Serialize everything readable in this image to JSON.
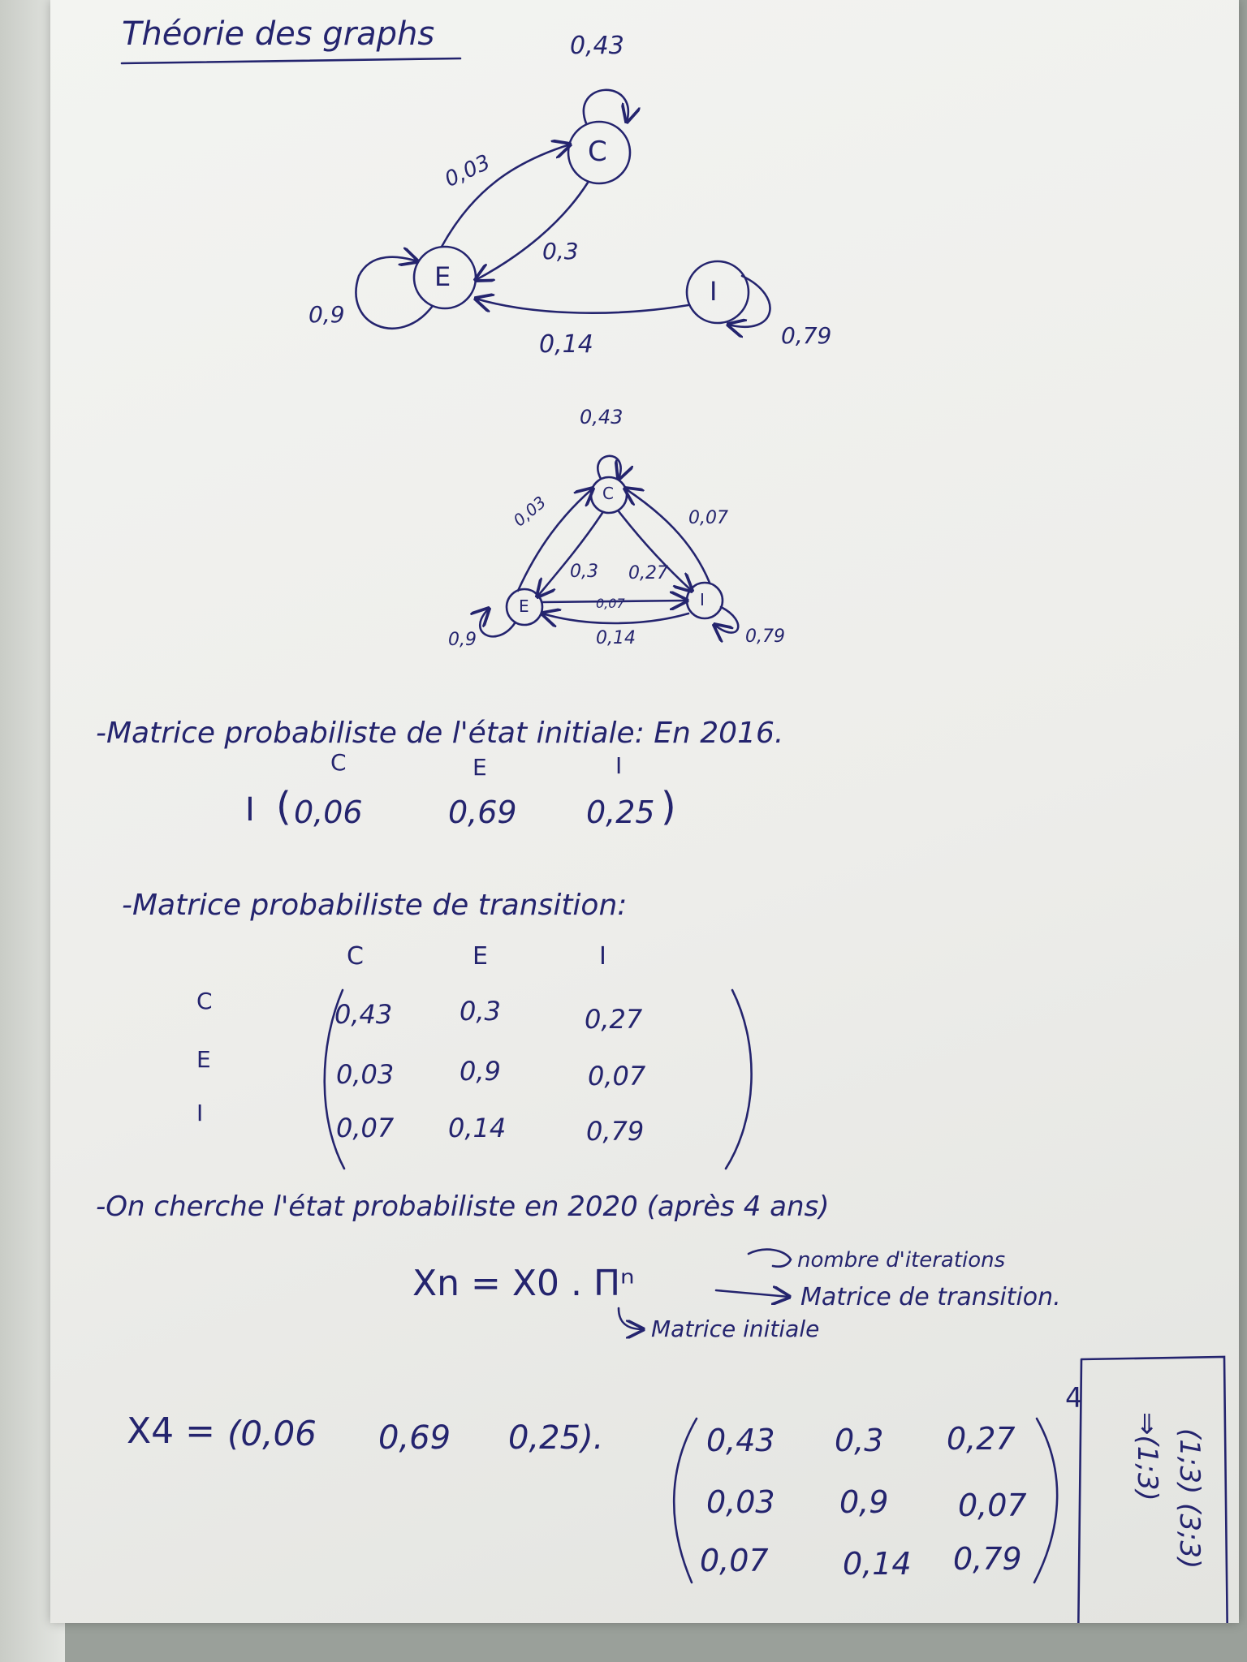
{
  "title": "Théorie des graphs",
  "graph1": {
    "nodes": {
      "c": "C",
      "e": "E",
      "i": "I"
    },
    "labels": {
      "c_loop": "0,43",
      "e_to_c": "0,03",
      "c_to_e": "0,3",
      "e_loop": "0,9",
      "i_to_e": "0,14",
      "i_loop": "0,79"
    }
  },
  "graph2": {
    "nodes": {
      "c": "C",
      "e": "E",
      "i": "I"
    },
    "labels": {
      "c_loop": "0,43",
      "e_to_c": "0,03",
      "i_to_c": "0,07",
      "c_to_e": "0,3",
      "c_to_i": "0,27",
      "e_to_i": "0,07",
      "i_to_e": "0,14",
      "e_loop": "0,9",
      "i_loop": "0,79"
    }
  },
  "initial": {
    "heading": "-Matrice probabiliste de l'état initiale: En 2016.",
    "col_headers": [
      "C",
      "E",
      "I"
    ],
    "row_label": "I",
    "values": [
      "0,06",
      "0,69",
      "0,25"
    ]
  },
  "transition": {
    "heading": "-Matrice probabiliste de transition:",
    "col_headers": [
      "C",
      "E",
      "I"
    ],
    "row_headers": [
      "C",
      "E",
      "I"
    ],
    "rows": [
      [
        "0,43",
        "0,3",
        "0,27"
      ],
      [
        "0,03",
        "0,9",
        "0,07"
      ],
      [
        "0,07",
        "0,14",
        "0,79"
      ]
    ]
  },
  "search": {
    "heading": "-On cherche l'état probabiliste en 2020 (après 4 ans)",
    "formula": "Xn = X0 . Πⁿ",
    "note_n": "nombre d'iterations",
    "note_pi": "Matrice de transition.",
    "note_x0": "Matrice initiale"
  },
  "calc": {
    "lhs": "X4 =",
    "row": [
      "(0,06",
      "0,69",
      "0,25)."
    ],
    "matrix": [
      [
        "0,43",
        "0,3",
        "0,27"
      ],
      [
        "0,03",
        "0,9",
        "0,07"
      ],
      [
        "0,07",
        "0,14",
        "0,79"
      ]
    ],
    "power": "4"
  },
  "side_note": {
    "line1": "(1;3) (3;3)",
    "line2": "⇒(1;3)"
  },
  "ink_color": "#24246e"
}
